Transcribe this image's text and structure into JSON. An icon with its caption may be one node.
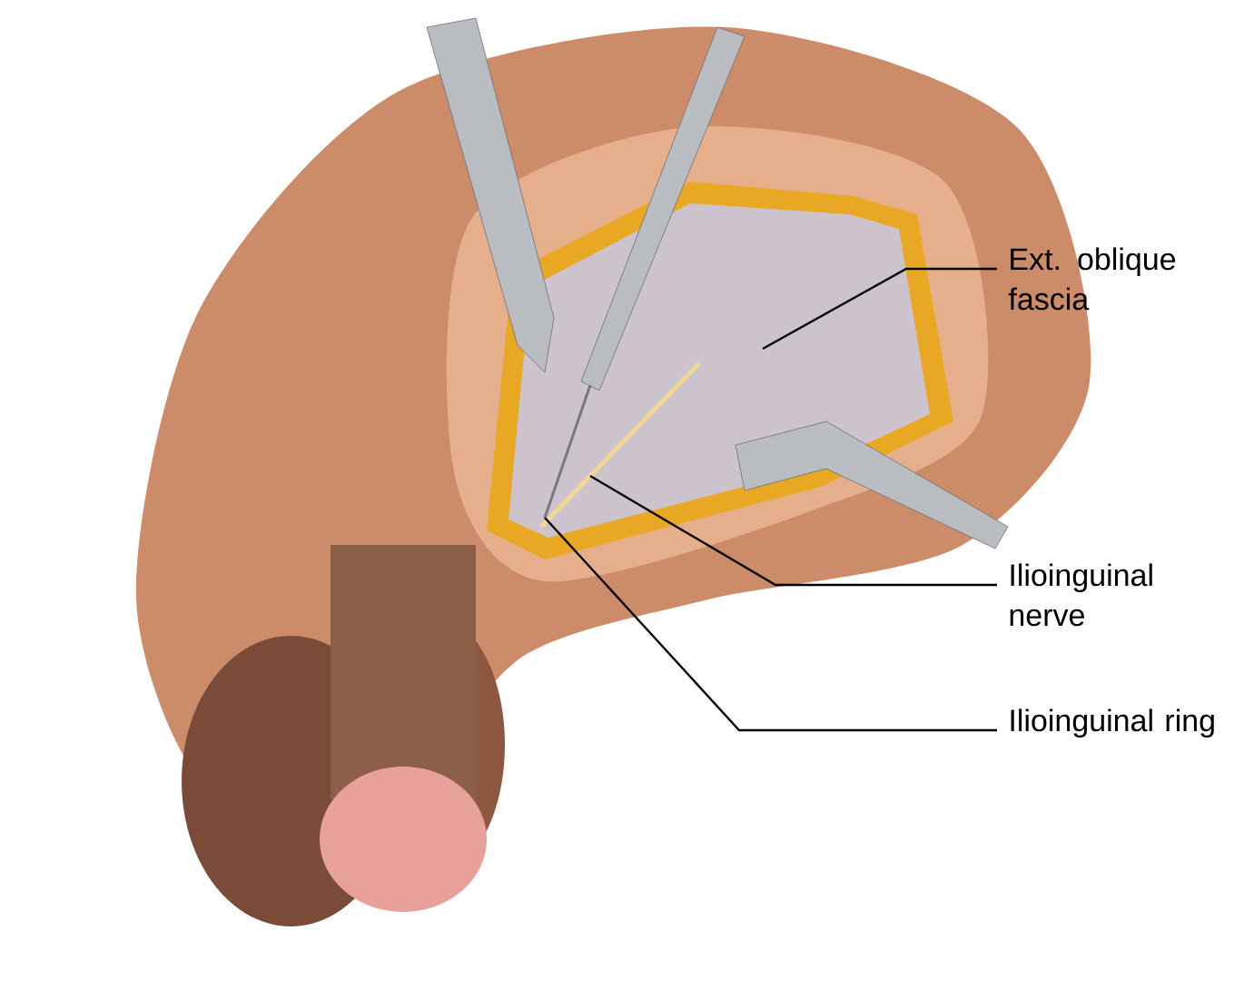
{
  "diagram": {
    "nodes": [
      {
        "text": [
          "Ext. oblique fascia"
        ]
      },
      {
        "text": [
          "Ilioinguinal nerve"
        ]
      },
      {
        "text": [
          "Ilioinguinal ring"
        ]
      }
    ],
    "edges": [
      {
        "from": 0,
        "to": null,
        "arrow": "none"
      },
      {
        "from": 1,
        "to": null,
        "arrow": "none"
      },
      {
        "from": 2,
        "to": null,
        "arrow": "none"
      }
    ]
  }
}
